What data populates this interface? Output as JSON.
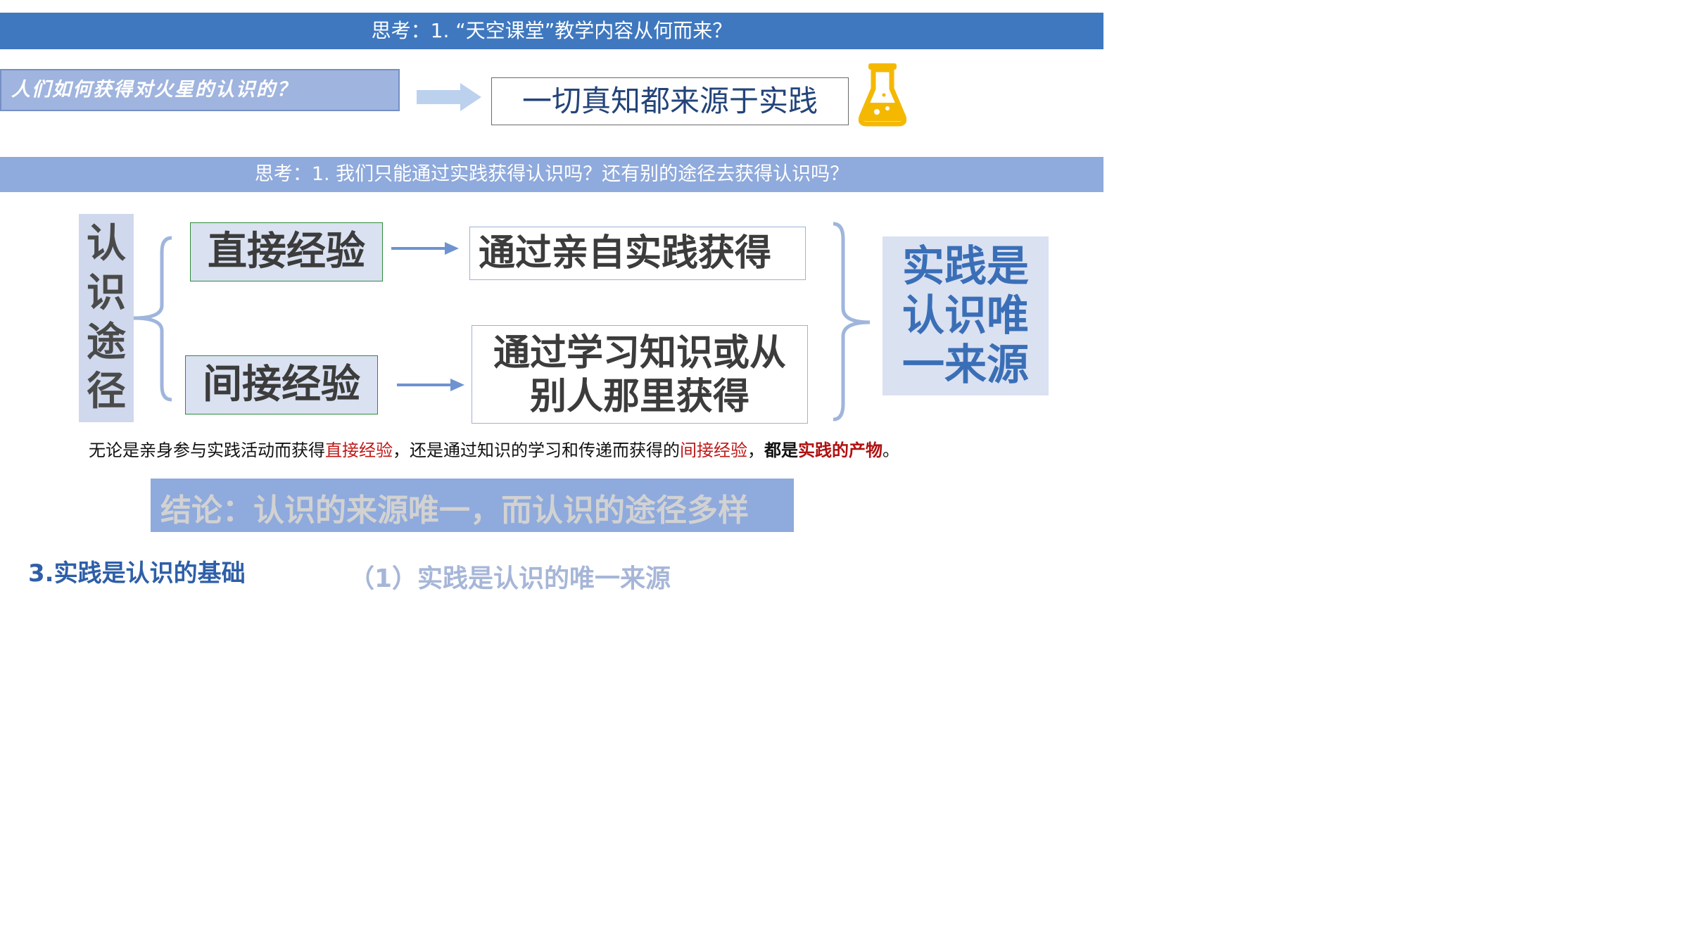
{
  "banner1": "思考：1. “天空课堂”教学内容从何而来？",
  "question": "人们如何获得对火星的认识的？",
  "answer": "一切真知都来源于实践",
  "banner2": "思考：1. 我们只能通过实践获得认识吗？还有别的途径去获得认识吗？",
  "vertical_label": [
    "认",
    "识",
    "途",
    "径"
  ],
  "direct_experience": "直接经验",
  "indirect_experience": "间接经验",
  "direct_result": "通过亲自实践获得",
  "indirect_result": [
    "通过学习知识或从",
    "别人那里获得"
  ],
  "right_conclusion": [
    "实践是",
    "认识唯",
    "一来源"
  ],
  "summary": {
    "part1": "无论是亲身参与实践活动而获得",
    "red1": "直接经验",
    "part2": "，还是通过知识的学习和传递而获得的",
    "red2": "间接经验",
    "part3": "，",
    "bold": "都是",
    "bold_red": "实践的产物",
    "end": "。"
  },
  "conclusion": "结论：认识的来源唯一，而认识的途径多样",
  "heading_3": "3.实践是认识的基础",
  "subheading_1": "（1）实践是认识的唯一来源",
  "colors": {
    "banner1_bg": "#3f78bf",
    "banner2_bg": "#8faadc",
    "accent_blue": "#3a6fb7",
    "highlight_red": "#c01818",
    "flask_yellow": "#f5b800"
  },
  "icons": {
    "flask": "flask-icon",
    "arrow": "arrow-right-icon",
    "brace_left": "left-brace-icon",
    "brace_right": "right-brace-icon"
  }
}
